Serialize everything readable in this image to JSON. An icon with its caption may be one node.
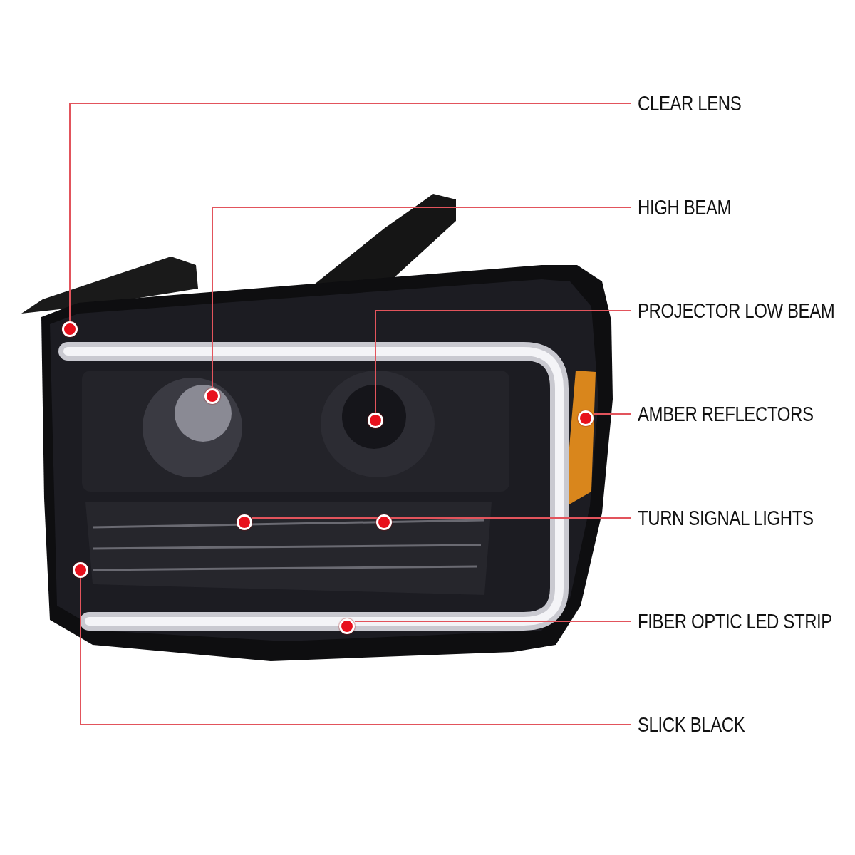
{
  "diagram": {
    "nodes": [
      {
        "text": [
          "CLEAR LENS"
        ]
      },
      {
        "text": [
          "HIGH BEAM"
        ]
      },
      {
        "text": [
          "PROJECTOR LOW BEAM"
        ]
      },
      {
        "text": [
          "AMBER REFLECTORS"
        ]
      },
      {
        "text": [
          "TURN SIGNAL LIGHTS"
        ]
      },
      {
        "text": [
          "FIBER OPTIC LED STRIP"
        ]
      },
      {
        "text": [
          "SLICK BLACK"
        ]
      },
      {
        "text": [],
        "shape": "circle"
      },
      {
        "text": [],
        "shape": "circle"
      },
      {
        "text": [],
        "shape": "circle"
      },
      {
        "text": [],
        "shape": "circle"
      },
      {
        "text": [],
        "shape": "circle"
      },
      {
        "text": [],
        "shape": "circle"
      },
      {
        "text": [],
        "shape": "circle"
      },
      {
        "text": [],
        "shape": "circle"
      }
    ],
    "edges": [
      {
        "from": 0,
        "to": 7,
        "arrow": "none"
      },
      {
        "from": 1,
        "to": 8,
        "arrow": "none"
      },
      {
        "from": 2,
        "to": 10,
        "arrow": "none"
      },
      {
        "from": 3,
        "to": 9,
        "arrow": "none"
      },
      {
        "from": 4,
        "to": 12,
        "arrow": "none"
      },
      {
        "from": 4,
        "to": 11,
        "arrow": "none"
      },
      {
        "from": 5,
        "to": 14,
        "arrow": "none"
      },
      {
        "from": 6,
        "to": 13,
        "arrow": "none"
      }
    ]
  }
}
